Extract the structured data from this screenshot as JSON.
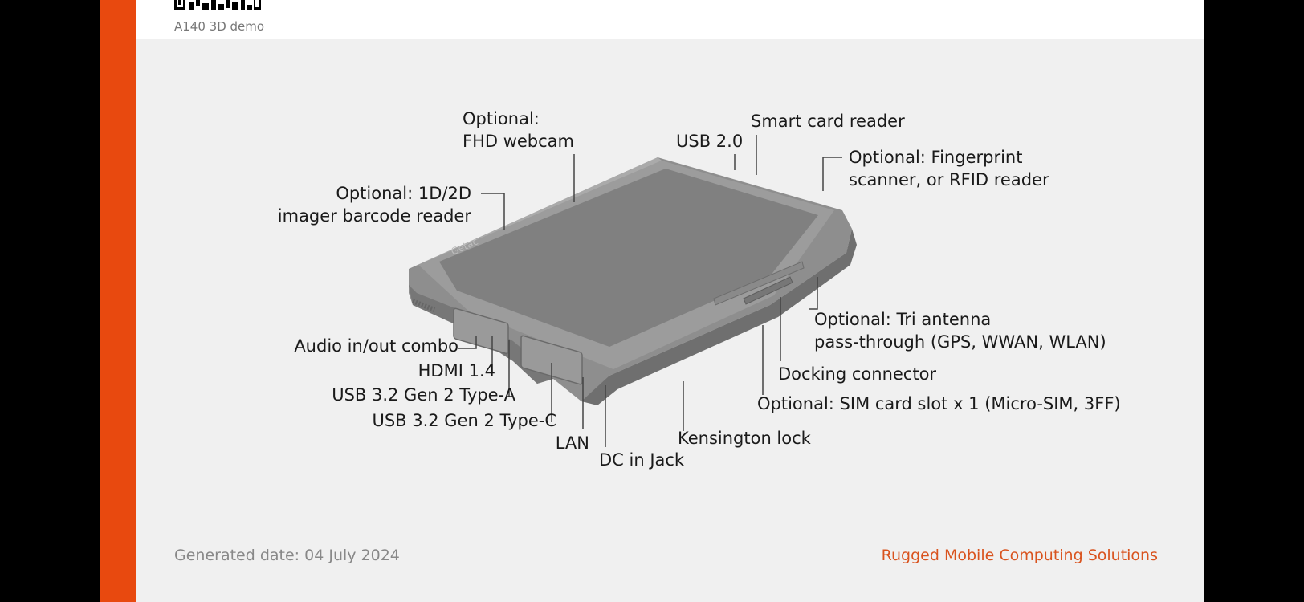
{
  "header": {
    "caption": "A140 3D demo"
  },
  "labels": {
    "webcam_1": "Optional:",
    "webcam_2": "FHD webcam",
    "usb20": "USB 2.0",
    "smartcard": "Smart card reader",
    "fingerprint_1": "Optional: Fingerprint",
    "fingerprint_2": "scanner, or RFID reader",
    "barcode_1": "Optional: 1D/2D",
    "barcode_2": "imager barcode reader",
    "audio": "Audio in/out combo",
    "hdmi": "HDMI 1.4",
    "usb_a": "USB 3.2 Gen 2 Type-A",
    "usb_c": "USB 3.2 Gen 2 Type-C",
    "lan": "LAN",
    "dc": "DC in Jack",
    "kensington": "Kensington lock",
    "antenna_1": "Optional: Tri antenna",
    "antenna_2": "pass-through (GPS, WWAN, WLAN)",
    "docking": "Docking connector",
    "sim": "Optional: SIM card slot x 1 (Micro-SIM, 3FF)",
    "brand": "Getac"
  },
  "footer": {
    "date": "Generated date: 04 July 2024",
    "slogan": "Rugged Mobile Computing Solutions"
  },
  "colors": {
    "accent": "#E8490F",
    "slogan": "#D9531E"
  }
}
